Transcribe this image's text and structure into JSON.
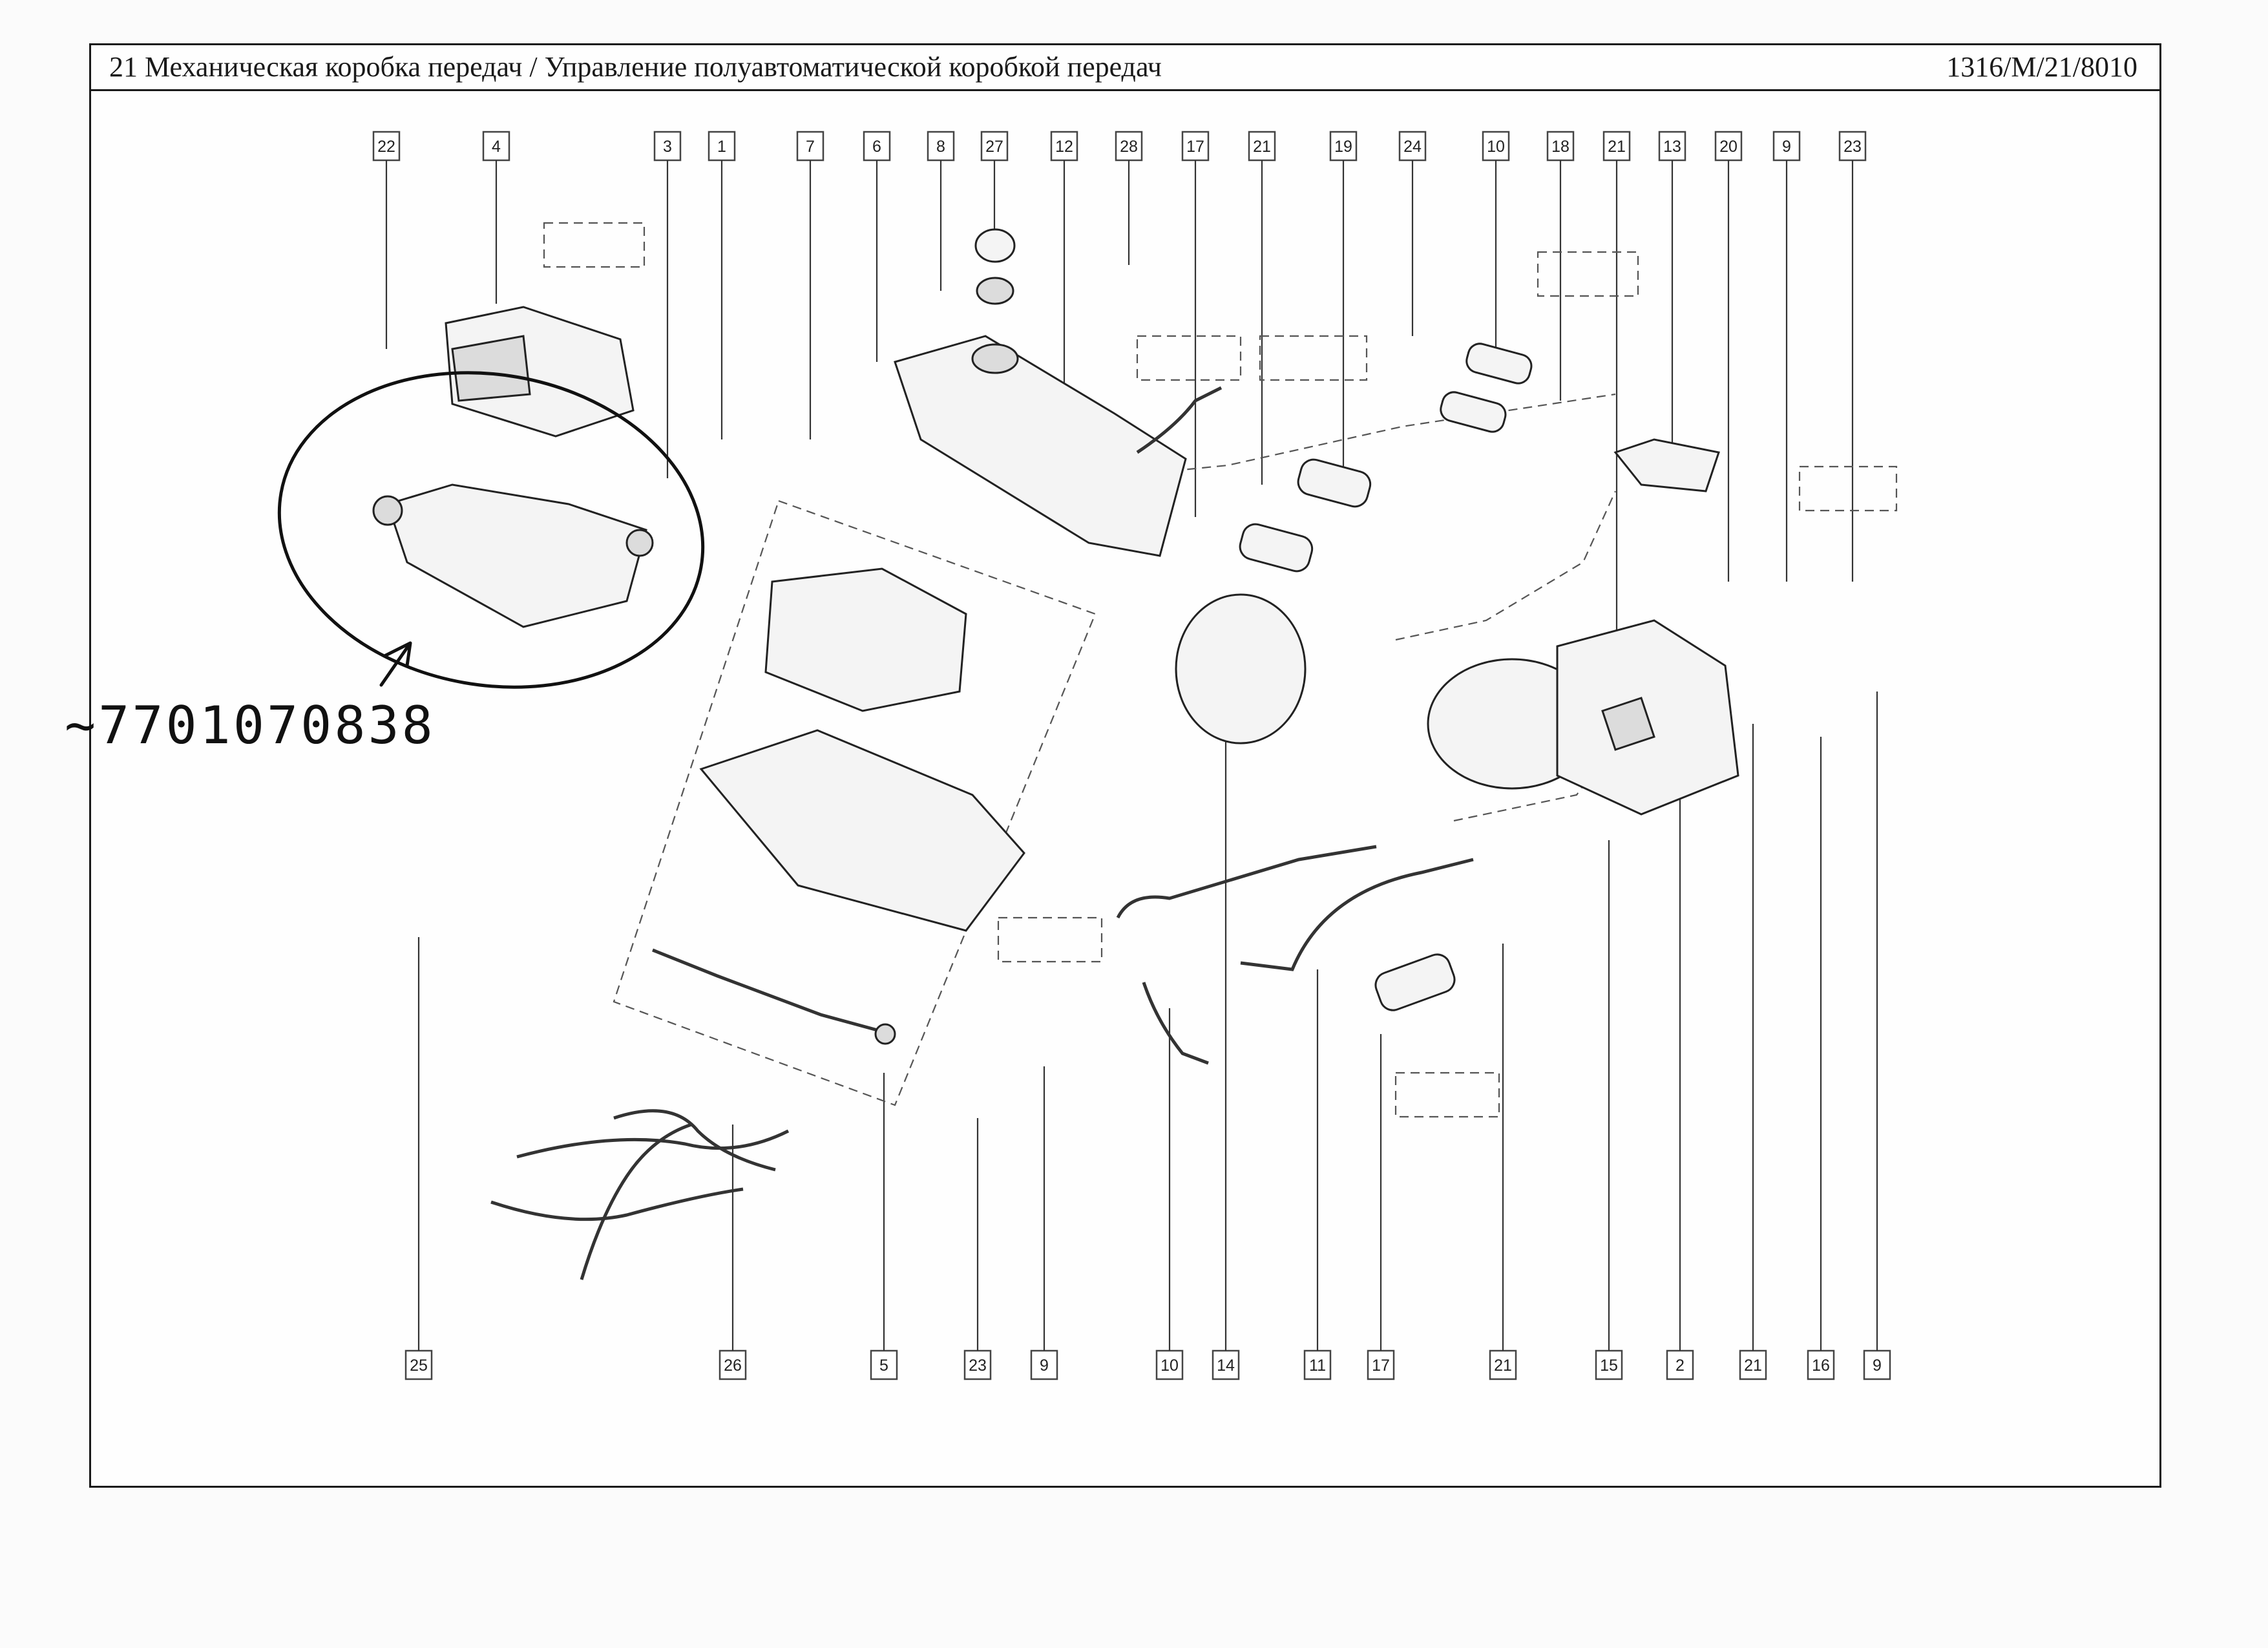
{
  "header": {
    "title": "21 Механическая коробка передач / Управление полуавтоматической коробкой передач",
    "code": "1316/M/21/8010"
  },
  "callouts_top": [
    "22",
    "4",
    "3",
    "1",
    "7",
    "6",
    "8",
    "27",
    "12",
    "28",
    "17",
    "21",
    "19",
    "24",
    "10",
    "18",
    "21",
    "13",
    "20",
    "9",
    "23"
  ],
  "callouts_bottom": [
    "25",
    "26",
    "5",
    "23",
    "9",
    "10",
    "14",
    "11",
    "17",
    "21",
    "15",
    "2",
    "21",
    "16",
    "9"
  ],
  "handwritten_note": "~7701070838"
}
